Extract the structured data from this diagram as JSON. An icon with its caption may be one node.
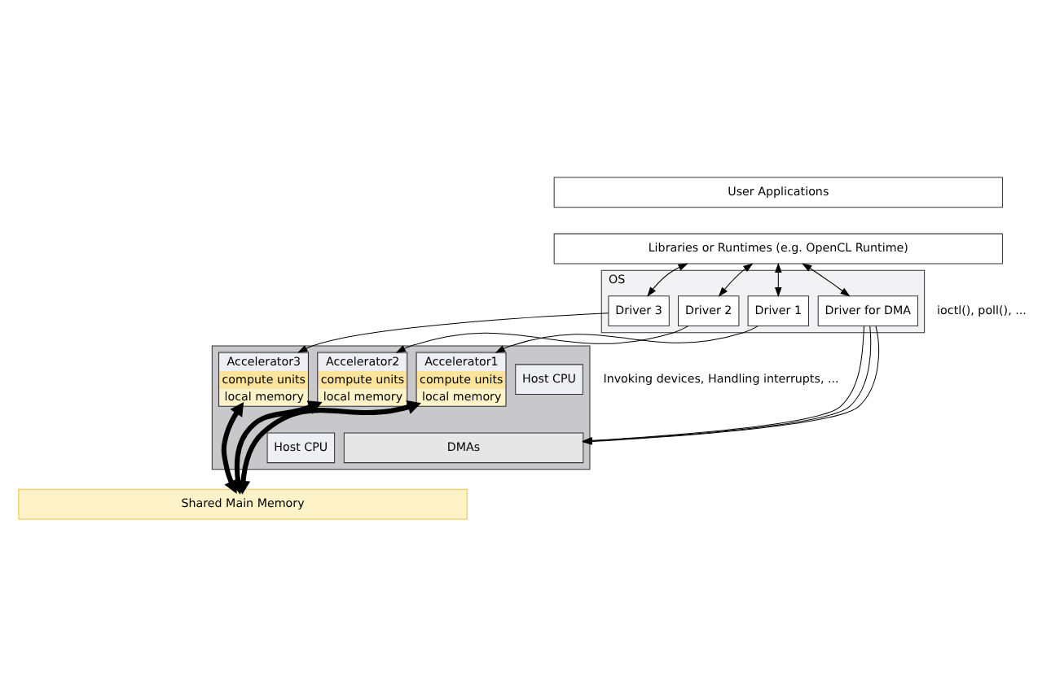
{
  "diagram": {
    "nodes": [
      {
        "text": [
          "User Applications"
        ]
      },
      {
        "text": [
          "Libraries or Runtimes (e.g. OpenCL Runtime)"
        ]
      },
      {
        "text": [
          "OS"
        ]
      },
      {
        "text": [
          "Driver 1"
        ],
        "in": 2
      },
      {
        "text": [
          "Driver 2"
        ],
        "in": 2
      },
      {
        "text": [
          "Driver 3"
        ],
        "in": 2
      },
      {
        "text": [
          "Driver for DMA"
        ],
        "in": 2
      },
      {
        "text": [],
        "shape": "box"
      },
      {
        "text": [
          "Host CPU"
        ],
        "in": 7
      },
      {
        "text": [
          "Host CPU"
        ],
        "in": 7
      },
      {
        "text": [
          "Accelerator1",
          "compute units",
          "local memory"
        ],
        "in": 7
      },
      {
        "text": [
          "Accelerator2",
          "compute units",
          "local memory"
        ],
        "in": 7
      },
      {
        "text": [
          "Accelerator3",
          "compute units",
          "local memory"
        ],
        "in": 7
      },
      {
        "text": [
          "DMAs"
        ],
        "in": 7
      },
      {
        "text": [
          "Shared Main Memory"
        ]
      }
    ],
    "edges": [
      {
        "from": 1,
        "to": 3,
        "arrow": "both"
      },
      {
        "from": 1,
        "to": 4,
        "arrow": "both"
      },
      {
        "from": 1,
        "to": 5,
        "arrow": "both"
      },
      {
        "from": 1,
        "to": 6,
        "arrow": "both"
      },
      {
        "from": 3,
        "to": 10,
        "arrow": "to"
      },
      {
        "from": 4,
        "to": 11,
        "arrow": "to"
      },
      {
        "from": 5,
        "to": 12,
        "arrow": "to"
      },
      {
        "from": 6,
        "to": 13,
        "arrow": "to"
      },
      {
        "from": 6,
        "to": 13,
        "arrow": "to"
      },
      {
        "from": 6,
        "to": 13,
        "arrow": "to"
      },
      {
        "from": 10,
        "to": 14,
        "arrow": "both",
        "style": "thick"
      },
      {
        "from": 11,
        "to": 14,
        "arrow": "both",
        "style": "thick"
      },
      {
        "from": 12,
        "to": 14,
        "arrow": "both",
        "style": "thick"
      }
    ],
    "labels": [
      "ioctl(), poll(), ...",
      "Invoking devices, Handling interrupts, ..."
    ]
  }
}
